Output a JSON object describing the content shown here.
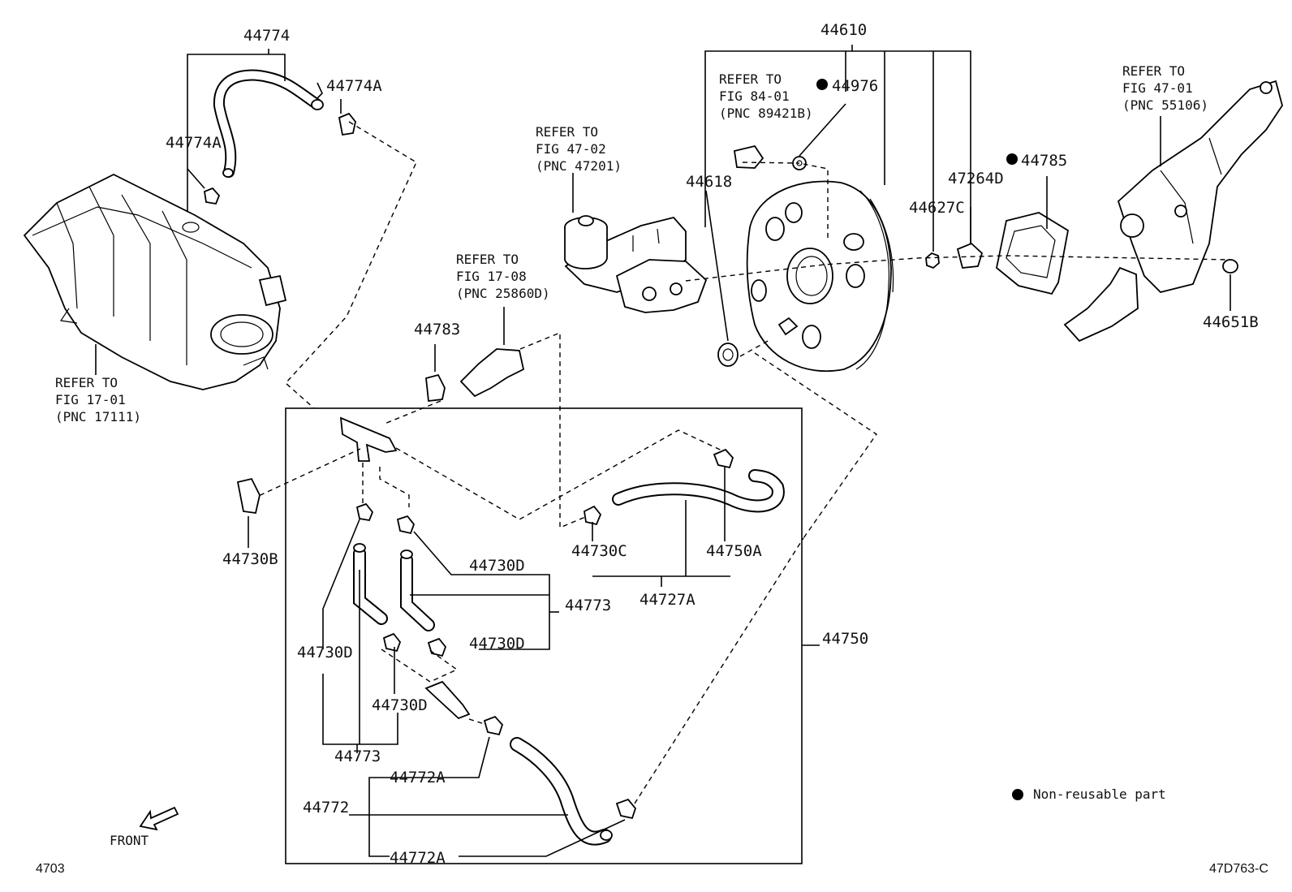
{
  "labels": {
    "p44774": "44774",
    "p44774A_right": "44774A",
    "p44774A_left": "44774A",
    "p44610": "44610",
    "p44976": "44976",
    "p44618": "44618",
    "p44627C": "44627C",
    "p47264D": "47264D",
    "p44785": "44785",
    "p44651B": "44651B",
    "p44783": "44783",
    "p44730B": "44730B",
    "p44730C": "44730C",
    "p44750A": "44750A",
    "p44727A": "44727A",
    "p44730D_a": "44730D",
    "p44730D_b": "44730D",
    "p44730D_c": "44730D",
    "p44730D_d": "44730D",
    "p44773_right": "44773",
    "p44773_bottom": "44773",
    "p44750": "44750",
    "p44772A_top": "44772A",
    "p44772": "44772",
    "p44772A_bottom": "44772A"
  },
  "refs": {
    "fig8401": [
      "REFER TO",
      "FIG 84-01",
      "(PNC 89421B)"
    ],
    "fig4702": [
      "REFER TO",
      "FIG 47-02",
      "(PNC 47201)"
    ],
    "fig4701": [
      "REFER TO",
      "FIG 47-01",
      "(PNC 55106)"
    ],
    "fig1708": [
      "REFER TO",
      "FIG 17-08",
      "(PNC 25860D)"
    ],
    "fig1701": [
      "REFER TO",
      "FIG 17-01",
      "(PNC 17111)"
    ]
  },
  "legend": {
    "symbol": "●",
    "text": "Non-reusable part"
  },
  "front_label": "FRONT",
  "page_code": "4703",
  "figure_code": "47D763-C",
  "colors": {
    "ink": "#000000",
    "background": "#ffffff"
  }
}
